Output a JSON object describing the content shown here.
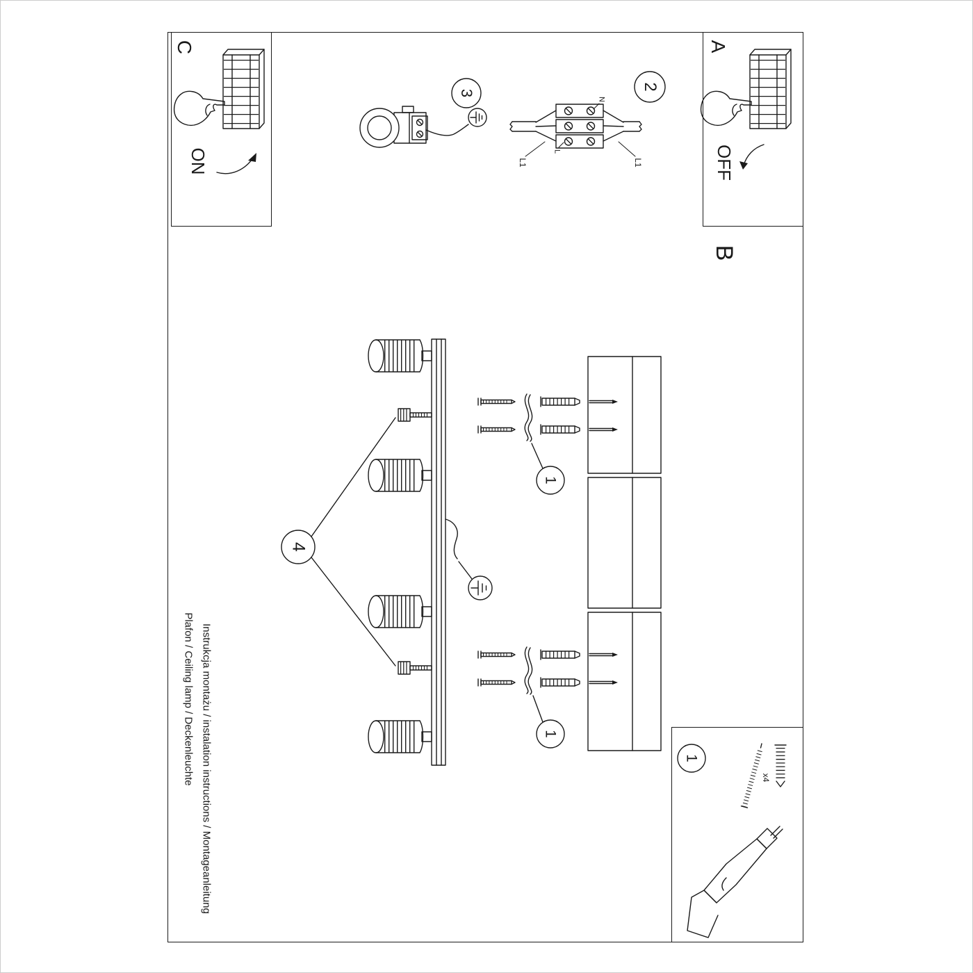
{
  "colors": {
    "ink": "#1a1a1a",
    "paper": "#ffffff"
  },
  "steps": {
    "a": {
      "letter": "A",
      "action": "OFF"
    },
    "b": {
      "letter": "B"
    },
    "c": {
      "letter": "C",
      "action": "ON"
    }
  },
  "callouts": {
    "one": "1",
    "two": "2",
    "three": "3",
    "four": "4"
  },
  "wiring": {
    "n": "N",
    "l": "L",
    "l1_left": "L1",
    "l1_right": "L1"
  },
  "parts": {
    "number": "1",
    "qty": "x4"
  },
  "footer": {
    "line1": "Instrukcja montażu / instalation instructions / Montageanleitung",
    "line2": "Plafon / Ceiling lamp / Deckenleuchte"
  }
}
